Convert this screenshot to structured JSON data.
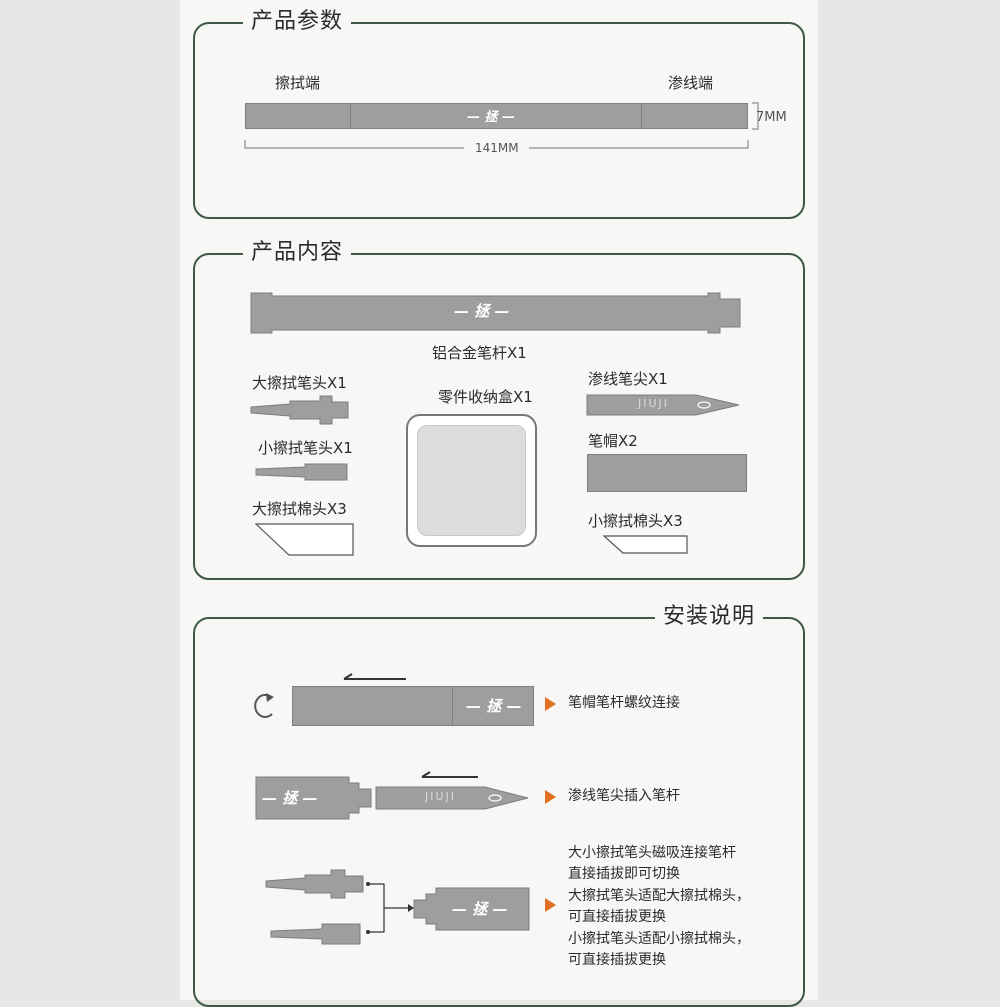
{
  "sections": {
    "params": {
      "title": "产品参数"
    },
    "contents": {
      "title": "产品内容"
    },
    "install": {
      "title": "安装说明"
    }
  },
  "params": {
    "erase_end": "擦拭端",
    "ink_end": "渗线端",
    "diameter": "7MM",
    "length": "141MM"
  },
  "logo_text": "— 拯 —",
  "contents": {
    "pen_body": "铝合金笔杆X1",
    "big_tip": "大擦拭笔头X1",
    "small_tip": "小擦拭笔头X1",
    "big_cotton": "大擦拭棉头X3",
    "box": "零件收纳盒X1",
    "ink_tip": "渗线笔尖X1",
    "ink_tip_mark": "JIUJI",
    "cap": "笔帽X2",
    "small_cotton": "小擦拭棉头X3"
  },
  "install": {
    "step1": "笔帽笔杆螺纹连接",
    "step2": "渗线笔尖插入笔杆",
    "step3_lines": [
      "大小擦拭笔头磁吸连接笔杆",
      "直接插拔即可切换",
      "大擦拭笔头适配大擦拭棉头，",
      "可直接插拔更换",
      "小擦拭笔头适配小擦拭棉头，",
      "可直接插拔更换"
    ]
  },
  "colors": {
    "frame": "#3d5945",
    "accent_arrow": "#e06f22",
    "part_gray": "#9e9e9e"
  }
}
